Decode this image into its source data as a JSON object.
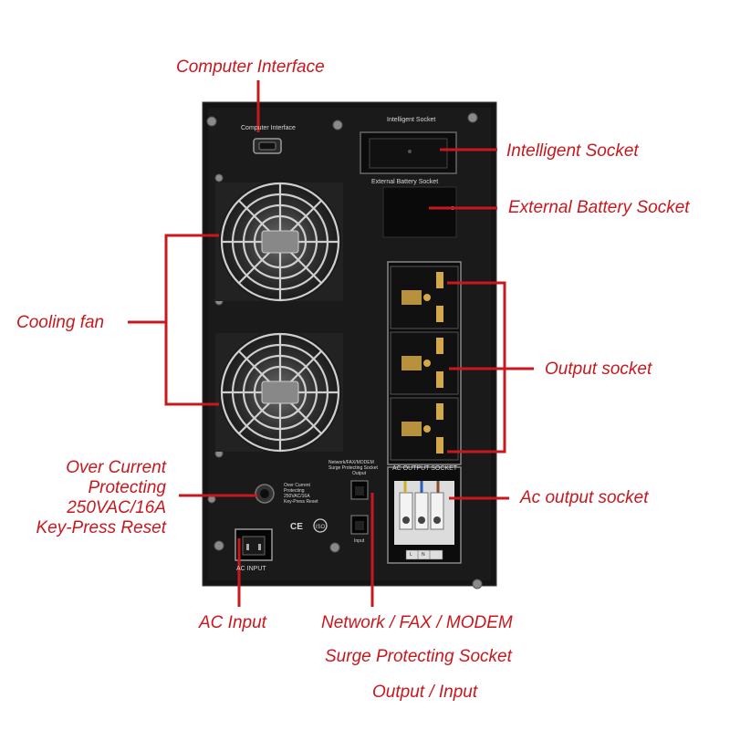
{
  "callouts": {
    "computer_interface": "Computer Interface",
    "intelligent_socket": "Intelligent Socket",
    "external_battery_socket": "External Battery Socket",
    "cooling_fan": "Cooling fan",
    "output_socket": "Output socket",
    "over_current": [
      "Over Current",
      "Protecting",
      "250VAC/16A",
      "Key-Press Reset"
    ],
    "ac_output_socket": "Ac output socket",
    "ac_input": "AC Input",
    "network_line1": "Network / FAX / MODEM",
    "network_line2": "Surge Protecting Socket",
    "network_line3": "Output / Input"
  },
  "panel_labels": {
    "computer_interface": "Computer Interface",
    "intelligent_socket": "Intelligent Socket",
    "external_battery_socket": "External Battery Socket",
    "ac_output_socket": "AC OUTPUT SOCKET",
    "ac_input": "AC INPUT",
    "over_current": [
      "Over Current",
      "Protecting",
      "250VAC/16A",
      "Key-Press Reset"
    ],
    "network": [
      "Network/FAX/MODEM",
      "Surge Protecting Socket",
      "Output"
    ],
    "input": "Input",
    "ce_mark": "CE",
    "terminal_l": "L",
    "terminal_n": "N"
  },
  "colors": {
    "accent": "#c8181e",
    "panel": "#141414",
    "background": "#ffffff"
  }
}
